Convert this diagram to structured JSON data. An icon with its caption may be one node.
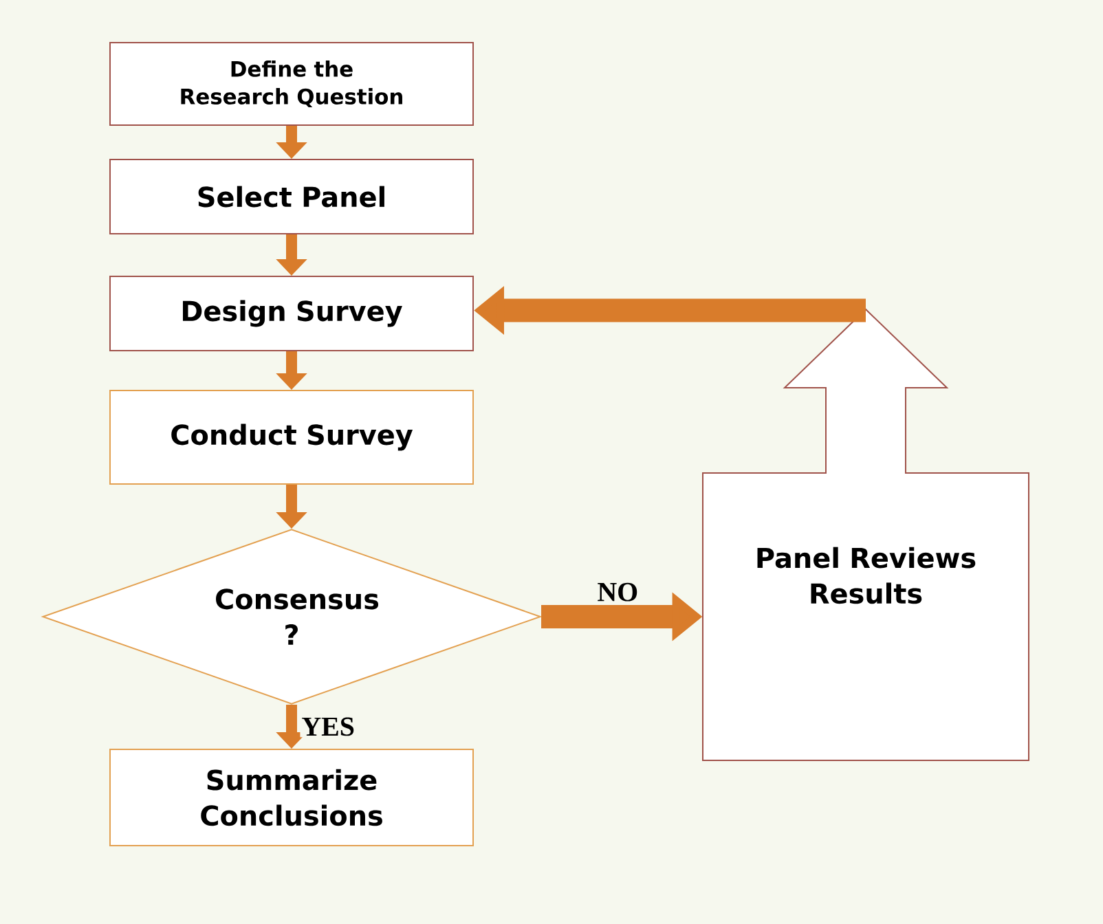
{
  "diagram": {
    "nodes": [
      {
        "text": [
          "Define the Research Question"
        ]
      },
      {
        "text": [
          "Select Panel"
        ]
      },
      {
        "text": [
          "Design Survey"
        ]
      },
      {
        "text": [
          "Conduct Survey"
        ]
      },
      {
        "text": [
          "Consensus ?"
        ]
      },
      {
        "text": [
          "Summarize Conclusions"
        ]
      },
      {
        "text": [
          "Panel Reviews Results"
        ]
      }
    ],
    "edges": [
      {
        "from": 0,
        "to": 1,
        "arrow": "to"
      },
      {
        "from": 1,
        "to": 2,
        "arrow": "to"
      },
      {
        "from": 2,
        "to": 3,
        "arrow": "to"
      },
      {
        "from": 3,
        "to": 4,
        "arrow": "to"
      },
      {
        "from": 4,
        "to": 5,
        "arrow": "to",
        "label": "YES"
      },
      {
        "from": 4,
        "to": 6,
        "arrow": "to",
        "label": "NO",
        "style": "thick"
      },
      {
        "from": 6,
        "to": 2,
        "arrow": "to",
        "style": "thick"
      }
    ]
  }
}
